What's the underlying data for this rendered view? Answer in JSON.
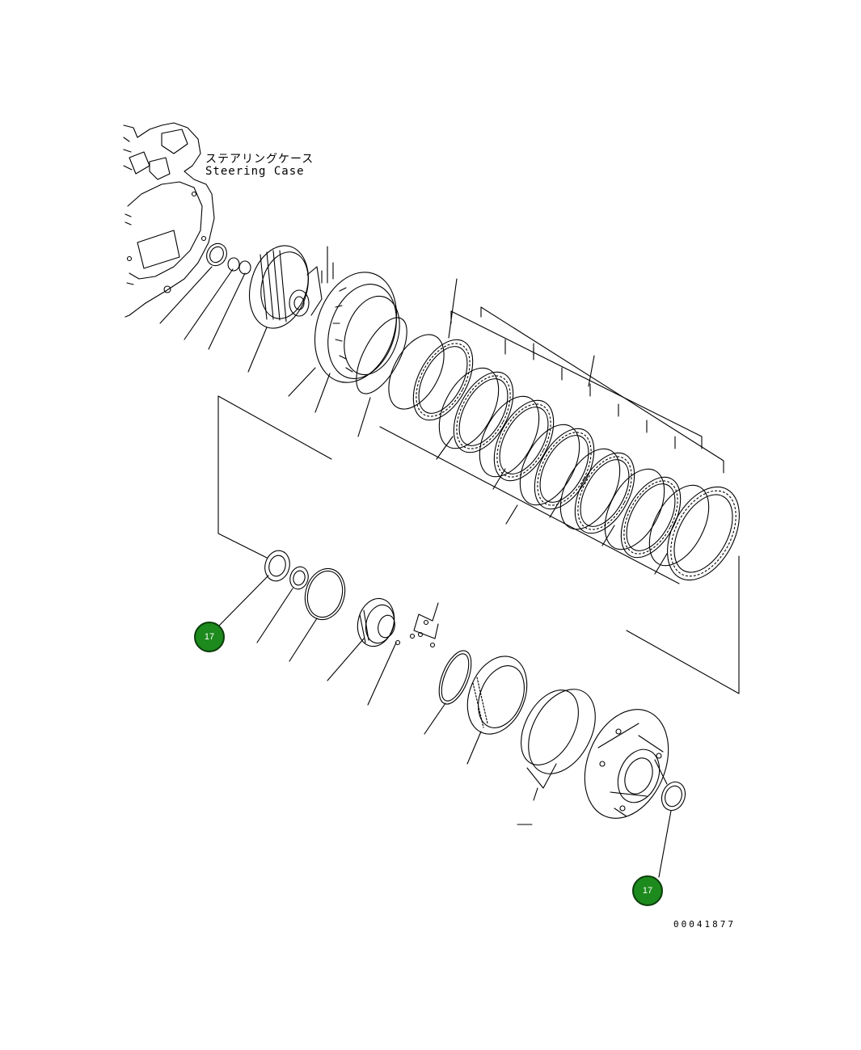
{
  "diagram": {
    "case_label_jp": "ステアリングケース",
    "case_label_en": "Steering Case",
    "drawing_number": "00041877",
    "callouts": [
      {
        "label": "17"
      },
      {
        "label": "17"
      }
    ]
  },
  "colors": {
    "line": "#000000",
    "callout_fill": "#1c8a1c",
    "callout_border": "#0c3d0c",
    "callout_text": "#ffffff"
  }
}
